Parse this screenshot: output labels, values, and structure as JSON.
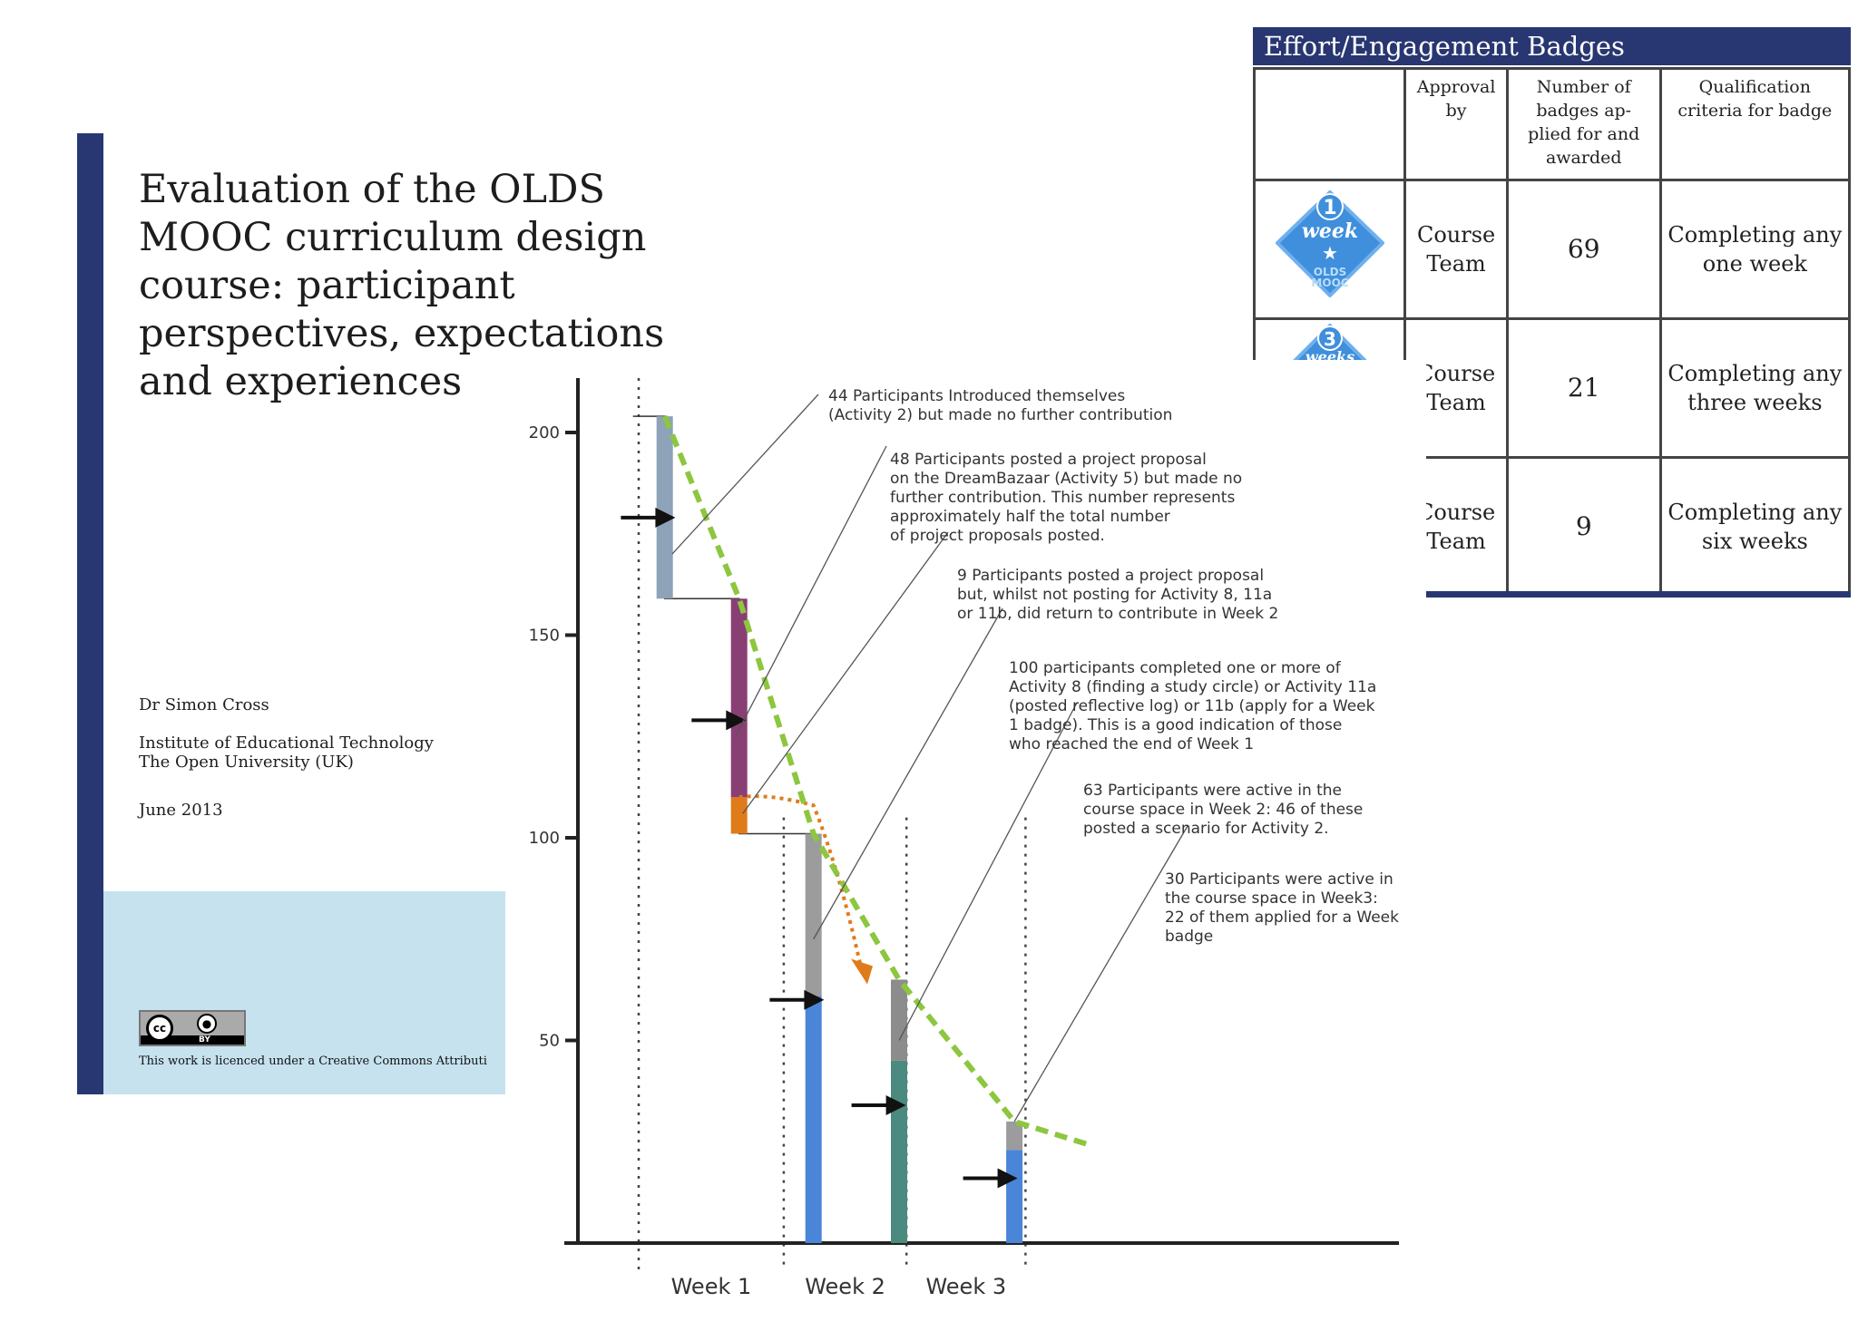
{
  "cover": {
    "title_lines": [
      "Evaluation of the OLDS",
      "MOOC curriculum design",
      "course: participant",
      "perspectives, expectations",
      "and experiences"
    ],
    "author": "Dr Simon Cross",
    "institute": "Institute of Educational Technology",
    "university": "The Open University (UK)",
    "date": "June 2013",
    "cc_label": "cc",
    "by_label": "BY",
    "licence": "This work is licenced under a Creative Commons Attributi",
    "colors": {
      "bar": "#283671",
      "panel": "#c6e2ef"
    }
  },
  "badges": {
    "header": "Effort/Engagement Badges",
    "columns": [
      "",
      "Approval by",
      "Number of badges applied for and awarded",
      "Qualification criteria for badge"
    ],
    "column_lines": {
      "approval": [
        "Approval",
        "by"
      ],
      "number": [
        "Number of",
        "badges ap-",
        "plied for and",
        "awarded"
      ],
      "criteria": [
        "Qualification",
        "criteria for badge"
      ]
    },
    "rows": [
      {
        "badge_number": "1",
        "badge_word": "week",
        "badge_sub": [
          "OLDS",
          "MOOC"
        ],
        "approval": [
          "Course",
          "Team"
        ],
        "count": "69",
        "criteria": [
          "Completing any",
          "one week"
        ]
      },
      {
        "badge_number": "3",
        "badge_word": "weeks",
        "badge_sub": [],
        "approval": [
          "Course",
          "Team"
        ],
        "count": "21",
        "criteria": [
          "Completing any",
          "three weeks"
        ]
      },
      {
        "badge_number": "",
        "badge_word": "",
        "badge_sub": [],
        "approval": [
          "Course",
          "Team"
        ],
        "count": "9",
        "criteria": [
          "Completing any",
          "six weeks"
        ]
      }
    ],
    "colors": {
      "header": "#283671",
      "badge": "#3f8fdc"
    }
  },
  "chart_data": {
    "type": "bar",
    "title": "",
    "xlabel": "",
    "ylabel": "",
    "ylim": [
      0,
      210
    ],
    "yticks": [
      50,
      100,
      150,
      200
    ],
    "categories": [
      "Week 1",
      "Week 2",
      "Week 3"
    ],
    "stacks": [
      {
        "x": 0.35,
        "segments": [
          {
            "from": 159,
            "to": 204,
            "color": "#8ea3b8"
          }
        ]
      },
      {
        "x": 1.35,
        "segments": [
          {
            "from": 101,
            "to": 110,
            "color": "#e07b1a"
          },
          {
            "from": 110,
            "to": 159,
            "color": "#8a3f74"
          }
        ]
      },
      {
        "x": 2.35,
        "segments": [
          {
            "from": 0,
            "to": 61,
            "color": "#4a85d8"
          },
          {
            "from": 61,
            "to": 101,
            "color": "#9c9c9c"
          }
        ]
      },
      {
        "x": 3.5,
        "segments": [
          {
            "from": 0,
            "to": 45,
            "color": "#4a8a7f"
          },
          {
            "from": 45,
            "to": 65,
            "color": "#8c8c8c"
          }
        ]
      },
      {
        "x": 5.05,
        "segments": [
          {
            "from": 0,
            "to": 23,
            "color": "#4a85d8"
          },
          {
            "from": 23,
            "to": 30,
            "color": "#9c9c9c"
          }
        ]
      }
    ],
    "trend": {
      "x": [
        0.35,
        1.35,
        2.35,
        3.5,
        5.05,
        6.1
      ],
      "y": [
        204,
        159,
        101,
        65,
        30,
        24
      ],
      "color": "#8dc63f"
    },
    "orange_arrow": {
      "x": [
        1.35,
        1.75,
        2.35,
        2.7,
        3.0
      ],
      "y": [
        110,
        111,
        108,
        92,
        67
      ],
      "color": "#e07b1a"
    },
    "arrows": [
      {
        "x": 0.2,
        "y": 179
      },
      {
        "x": 1.15,
        "y": 129
      },
      {
        "x": 2.2,
        "y": 60
      },
      {
        "x": 3.3,
        "y": 34
      },
      {
        "x": 4.8,
        "y": 16
      }
    ],
    "week_separators": [
      0,
      1.95,
      3.6,
      5.2
    ],
    "annotations": [
      "44 Participants Introduced themselves (Activity 2) but made no further contribution",
      "48 Participants posted a project proposal on the DreamBazaar (Activity 5) but made no further contribution. This number represents approximately half the total number of project proposals posted.",
      "9 Participants posted a project proposal but, whilst not posting for Activity 8, 11a or 11b, did return to contribute in Week 2",
      "100 participants completed one or more of Activity 8 (finding a study circle) or Activity 11a (posted reflective log) or 11b (apply for a Week 1 badge). This is a good indication of those who reached the end of Week 1",
      "63 Participants were active in the course space in Week 2: 46 of these posted a scenario for Activity 2.",
      "30 Participants were active in the course space in Week3: 22 of them applied for a Week badge"
    ],
    "annotation_lines": [
      [
        "44 Participants Introduced themselves",
        "(Activity 2) but made no further contribution"
      ],
      [
        "48 Participants posted a project proposal",
        "on the DreamBazaar (Activity 5) but made no",
        "further contribution.  This number represents",
        "approximately half the total number",
        "of project proposals posted."
      ],
      [
        "9 Participants posted a project proposal",
        "but, whilst not posting for Activity 8, 11a",
        "or 11b, did return to contribute in Week 2"
      ],
      [
        "100 participants completed one or more of",
        "Activity 8 (finding a study circle) or Activity 11a",
        "(posted reflective log) or 11b (apply for a Week",
        "1 badge). This is a good indication of those",
        "who reached the end of Week 1"
      ],
      [
        "63 Participants were active in the",
        "course space in Week 2: 46 of these",
        "posted a scenario for Activity 2."
      ],
      [
        "30 Participants were active in",
        "the course space in Week3:",
        "22 of them applied for a Week",
        "badge"
      ]
    ]
  }
}
